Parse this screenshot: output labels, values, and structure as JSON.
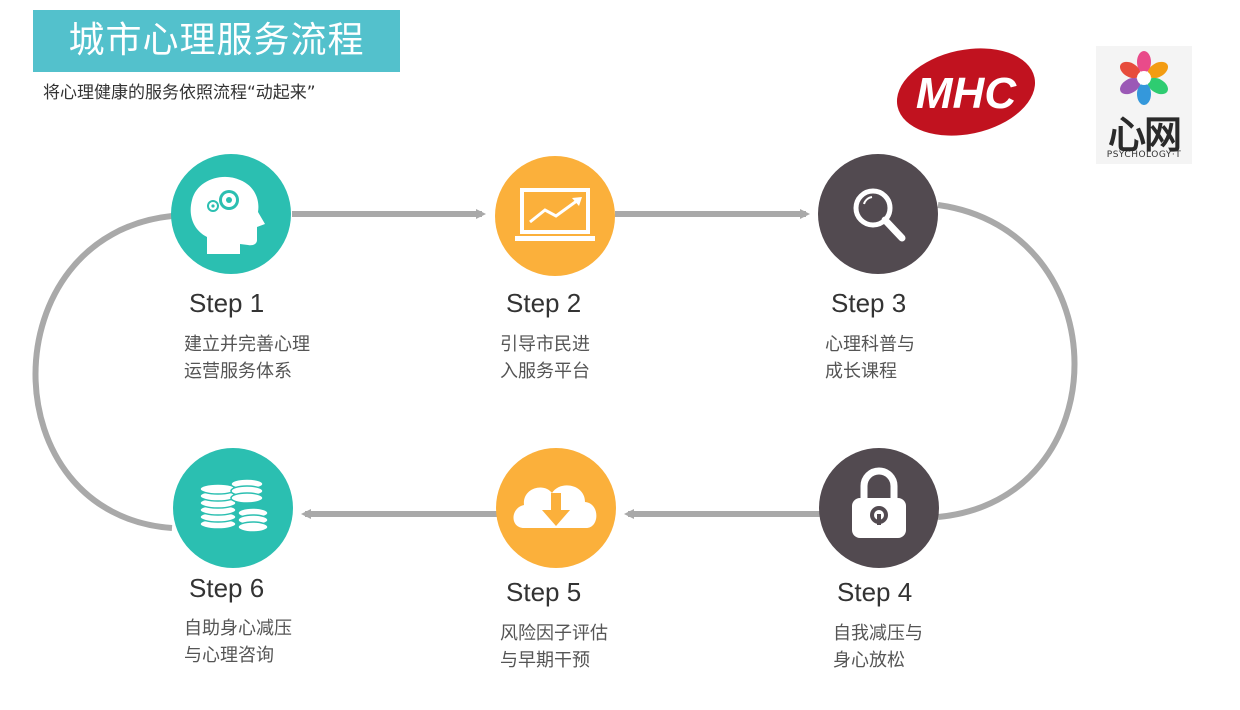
{
  "header": {
    "title": "城市心理服务流程",
    "subtitle": "将心理健康的服务依照流程“动起来”"
  },
  "logos": {
    "mhc": "MHC",
    "xinwang_cn": "心网",
    "xinwang_en": "PSYCHOLOGY·T"
  },
  "colors": {
    "teal": "#2bbfb1",
    "orange": "#fbb03b",
    "dark": "#524a50",
    "track": "#a9a9a9",
    "title_bg": "#53c1cc",
    "mhc_red": "#c1121f"
  },
  "steps": [
    {
      "label": "Step 1",
      "line1": "建立并完善心理",
      "line2": "运营服务体系",
      "icon": "head-gears-icon"
    },
    {
      "label": "Step 2",
      "line1": "引导市民进",
      "line2": "入服务平台",
      "icon": "laptop-chart-icon"
    },
    {
      "label": "Step 3",
      "line1": "心理科普与",
      "line2": "成长课程",
      "icon": "magnifier-icon"
    },
    {
      "label": "Step 4",
      "line1": "自我减压与",
      "line2": "身心放松",
      "icon": "padlock-icon"
    },
    {
      "label": "Step 5",
      "line1": "风险因子评估",
      "line2": "与早期干预",
      "icon": "cloud-download-icon"
    },
    {
      "label": "Step 6",
      "line1": "自助身心减压",
      "line2": "与心理咨询",
      "icon": "coins-icon"
    }
  ]
}
